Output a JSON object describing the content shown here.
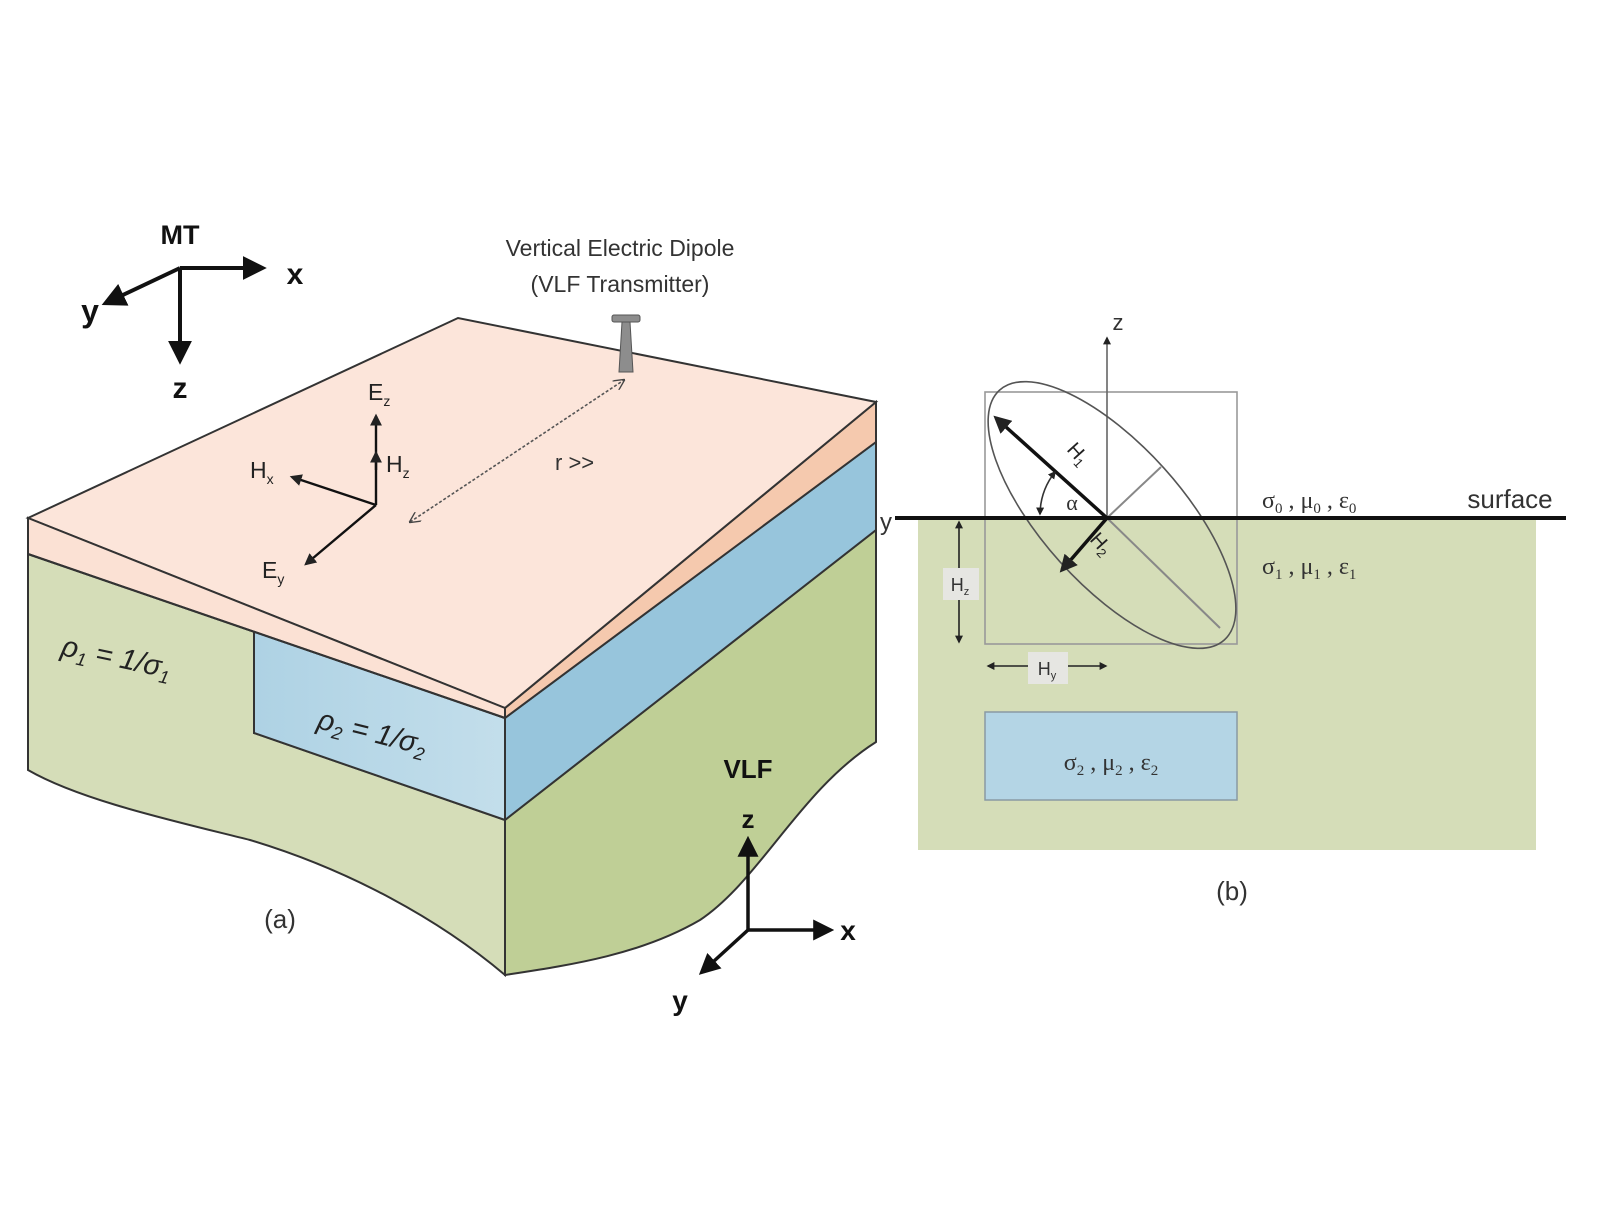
{
  "panel_a": {
    "caption": "(a)",
    "mt_axes": {
      "title": "MT",
      "x": "x",
      "y": "y",
      "z": "z"
    },
    "vlf_axes": {
      "title": "VLF",
      "x": "x",
      "y": "y",
      "z": "z"
    },
    "transmitter": {
      "line1": "Vertical Electric Dipole",
      "line2": "(VLF Transmitter)"
    },
    "distance_label": "r >>",
    "field_vectors": {
      "Ez": {
        "base": "E",
        "sub": "z"
      },
      "Hz": {
        "base": "H",
        "sub": "z"
      },
      "Hx": {
        "base": "H",
        "sub": "x"
      },
      "Ey": {
        "base": "E",
        "sub": "y"
      }
    },
    "layer1_label": {
      "rho": "ρ",
      "rho_sub": "1",
      "eq": " = 1/σ",
      "sigma_sub": "1"
    },
    "layer2_label": {
      "rho": "ρ",
      "rho_sub": "2",
      "eq": " = 1/σ",
      "sigma_sub": "2"
    },
    "colors": {
      "top_layer": "#fbe3d8",
      "top_side": "#f5c9ae",
      "conductor_front": "#b6d6e6",
      "conductor_side": "#97c5dc",
      "host_front": "#d5ddb8",
      "host_side": "#bfcf96"
    }
  },
  "panel_b": {
    "caption": "(b)",
    "axis_z": "z",
    "axis_y": "y",
    "surface_label": "surface",
    "air_params": {
      "s": "σ",
      "s_sub": "0",
      "m": "μ",
      "m_sub": "0",
      "e": "ε",
      "e_sub": "0"
    },
    "ground_params": {
      "s": "σ",
      "s_sub": "1",
      "m": "μ",
      "m_sub": "1",
      "e": "ε",
      "e_sub": "1"
    },
    "body_params": {
      "s": "σ",
      "s_sub": "2",
      "m": "μ",
      "m_sub": "2",
      "e": "ε",
      "e_sub": "2"
    },
    "ellipse_labels": {
      "H1": {
        "base": "H",
        "sub": "1"
      },
      "H2": {
        "base": "H",
        "sub": "2"
      },
      "alpha": "α",
      "Hz": {
        "base": "H",
        "sub": "z"
      },
      "Hy": {
        "base": "H",
        "sub": "y"
      }
    },
    "colors": {
      "ground": "#d5ddb8",
      "body": "#b4d5e5"
    }
  }
}
